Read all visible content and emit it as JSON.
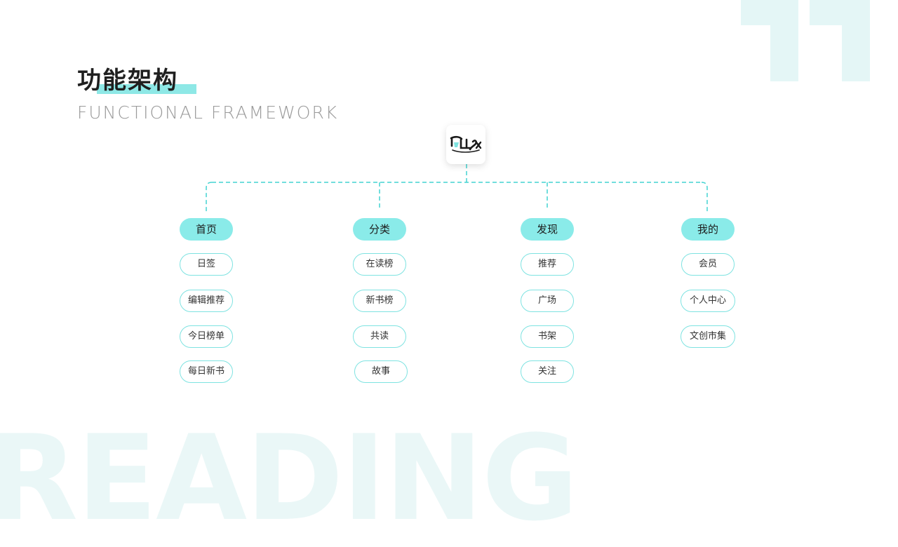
{
  "title": "功能架构",
  "subtitle": "FUNCTIONAL FRAMEWORK",
  "watermark": "READING",
  "colors": {
    "accent": "#8aebe9",
    "accent_border": "#7ee3e1",
    "connector": "#44d4d2",
    "decor": "#e4f6f6"
  },
  "logo": {
    "icon": "app-logo-icon"
  },
  "columns": [
    {
      "heading": "首页",
      "items": [
        "日签",
        "编辑推荐",
        "今日榜单",
        "每日新书"
      ]
    },
    {
      "heading": "分类",
      "items": [
        "在读榜",
        "新书榜",
        "共读",
        "故事"
      ]
    },
    {
      "heading": "发现",
      "items": [
        "推荐",
        "广场",
        "书架",
        "关注"
      ]
    },
    {
      "heading": "我的",
      "items": [
        "会员",
        "个人中心",
        "文创市集"
      ]
    }
  ]
}
